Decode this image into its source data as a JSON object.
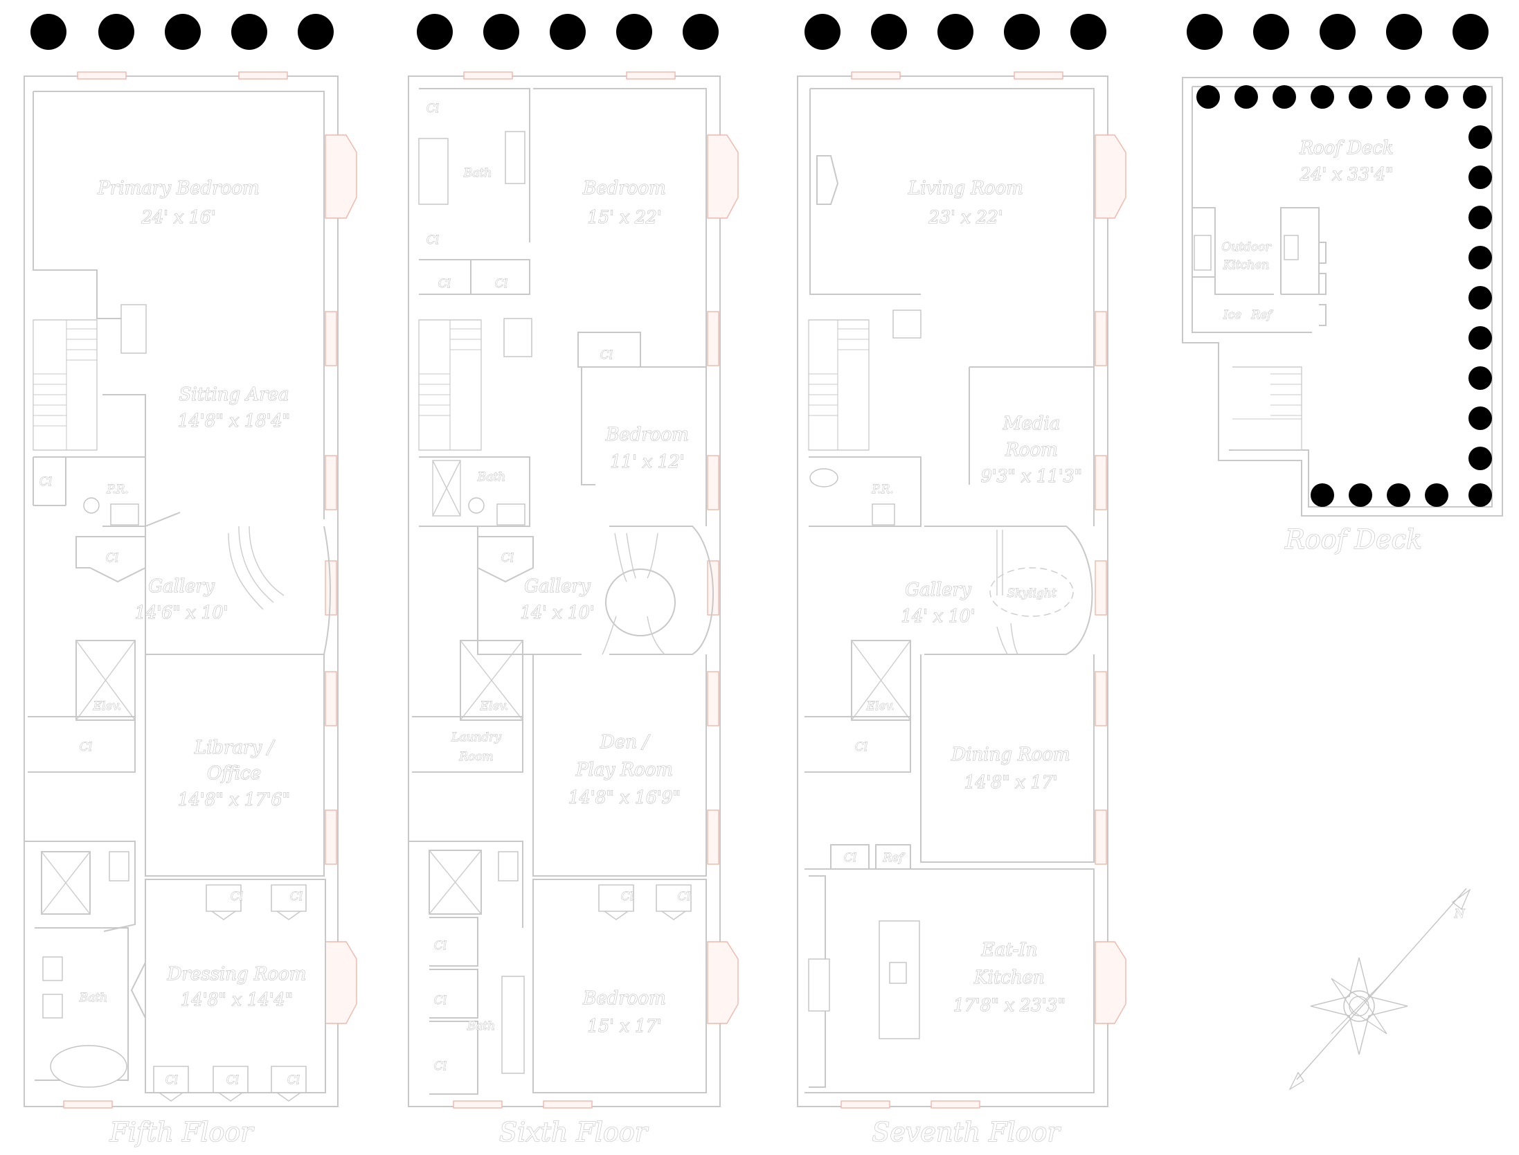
{
  "floors": {
    "fifth": {
      "title": "Fifth Floor",
      "rooms": {
        "primary_bedroom": {
          "name": "Primary Bedroom",
          "dim": "24' x 16'"
        },
        "sitting_area": {
          "name": "Sitting Area",
          "dim": "14'8\" x 18'4\""
        },
        "gallery": {
          "name": "Gallery",
          "dim": "14'6\" x 10'"
        },
        "library": {
          "name": "Library /",
          "name2": "Office",
          "dim": "14'8\" x 17'6\""
        },
        "dressing_room": {
          "name": "Dressing Room",
          "dim": "14'8\" x 14'4\""
        },
        "bath": {
          "name": "Bath"
        },
        "pr": {
          "name": "P.R."
        },
        "elev": {
          "name": "Elev."
        }
      },
      "closet_label": "Cl"
    },
    "sixth": {
      "title": "Sixth Floor",
      "rooms": {
        "bedroom_a": {
          "name": "Bedroom",
          "dim": "15' x 22'"
        },
        "bedroom_b": {
          "name": "Bedroom",
          "dim": "11' x 12'"
        },
        "gallery": {
          "name": "Gallery",
          "dim": "14' x 10'"
        },
        "den": {
          "name": "Den /",
          "name2": "Play Room",
          "dim": "14'8\" x 16'9\""
        },
        "bedroom_c": {
          "name": "Bedroom",
          "dim": "15' x 17'"
        },
        "bath_a": {
          "name": "Bath"
        },
        "bath_b": {
          "name": "Bath"
        },
        "bath_c": {
          "name": "Bath"
        },
        "laundry": {
          "name": "Laundry",
          "name2": "Room"
        },
        "elev": {
          "name": "Elev."
        }
      },
      "closet_label": "Cl"
    },
    "seventh": {
      "title": "Seventh Floor",
      "rooms": {
        "living_room": {
          "name": "Living Room",
          "dim": "23' x 22'"
        },
        "media_room": {
          "name": "Media",
          "name2": "Room",
          "dim": "9'3\" x 11'3\""
        },
        "gallery": {
          "name": "Gallery",
          "dim": "14' x 10'"
        },
        "skylight": {
          "name": "Skylight"
        },
        "dining_room": {
          "name": "Dining Room",
          "dim": "14'8\" x 17'"
        },
        "kitchen": {
          "name": "Eat-In",
          "name2": "Kitchen",
          "dim": "17'8\" x 23'3\""
        },
        "pr": {
          "name": "P.R."
        },
        "elev": {
          "name": "Elev."
        }
      },
      "closet_label": "Cl",
      "ref_label": "Ref"
    },
    "roof": {
      "title": "Roof Deck",
      "rooms": {
        "roof_deck": {
          "name": "Roof Deck",
          "dim": "24' x 33'4\""
        },
        "outdoor_kitchen": {
          "name": "Outdoor",
          "name2": "Kitchen"
        },
        "ice": {
          "name": "Ice"
        },
        "ref": {
          "name": "Ref"
        }
      }
    }
  },
  "compass": {
    "label": "N"
  },
  "colors": {
    "walls": "#c8c8c8",
    "windows": "#f0b7aa",
    "plants": "#eedcf7"
  }
}
